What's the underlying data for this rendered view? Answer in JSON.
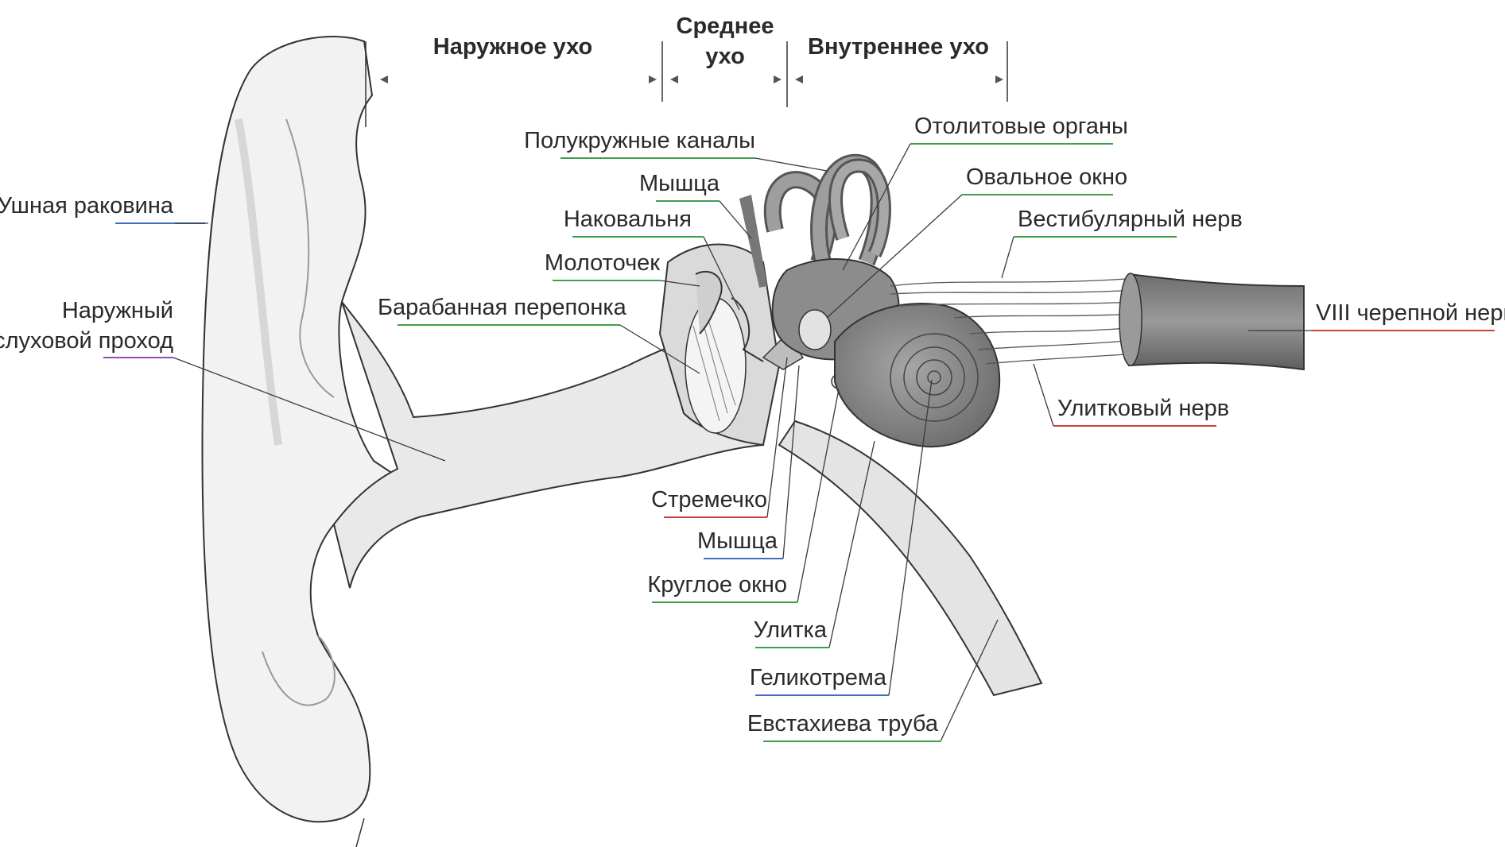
{
  "sections": {
    "outer": "Наружное ухо",
    "middle_line1": "Среднее",
    "middle_line2": "ухо",
    "inner": "Внутреннее ухо"
  },
  "labels": {
    "auricle": "Ушная раковина",
    "canal_line1": "Наружный",
    "canal_line2": "слуховой проход",
    "semicircular": "Полукружные каналы",
    "muscle_upper": "Мышца",
    "incus": "Наковальня",
    "malleus": "Молоточек",
    "eardrum": "Барабанная перепонка",
    "otolith": "Отолитовые органы",
    "oval_window": "Овальное окно",
    "vestibular_nerve": "Вестибулярный нерв",
    "cranial_nerve": "VIII черепной нерв",
    "cochlear_nerve": "Улитковый нерв",
    "stapes": "Стремечко",
    "muscle_lower": "Мышца",
    "round_window": "Круглое окно",
    "cochlea": "Улитка",
    "helicotrema": "Геликотрема",
    "eustachian": "Евстахиева труба"
  },
  "colors": {
    "text": "#2a2a2a",
    "tissue_fill": "#e9e9e9",
    "organ_fill": "#8c8c8c",
    "underline_blue": "#3f6fc4",
    "underline_green": "#3fa04a",
    "underline_purple": "#8a4fb0",
    "underline_red": "#c8433f"
  }
}
